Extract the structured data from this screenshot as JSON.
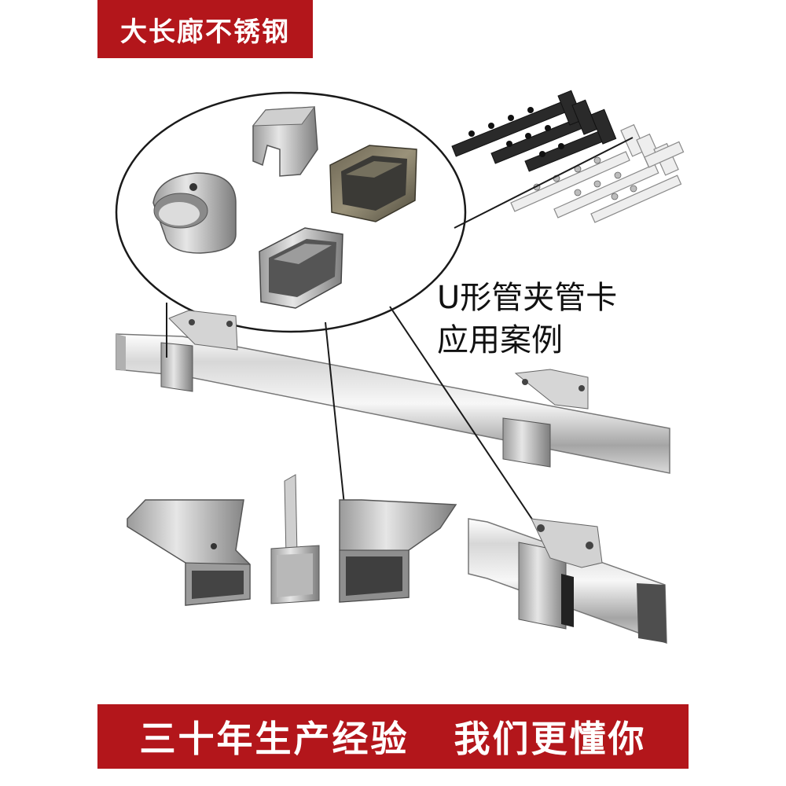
{
  "header": {
    "brand_label": "大长廊不锈钢"
  },
  "caption": {
    "line1": "U形管夹管卡",
    "line2": "应用案例"
  },
  "footer": {
    "slogan": "三十年生产经验   我们更懂你"
  },
  "colors": {
    "banner": "#b3161b",
    "banner_text": "#ffffff",
    "caption_text": "#111111"
  },
  "icons": [
    "u-clip-round",
    "u-clip-brushed",
    "square-clip-dark",
    "square-clip-polished",
    "bracket-hook",
    "single-tab-clip",
    "bracket-hook-right",
    "rail-bracket-black",
    "rail-bracket-chrome"
  ]
}
